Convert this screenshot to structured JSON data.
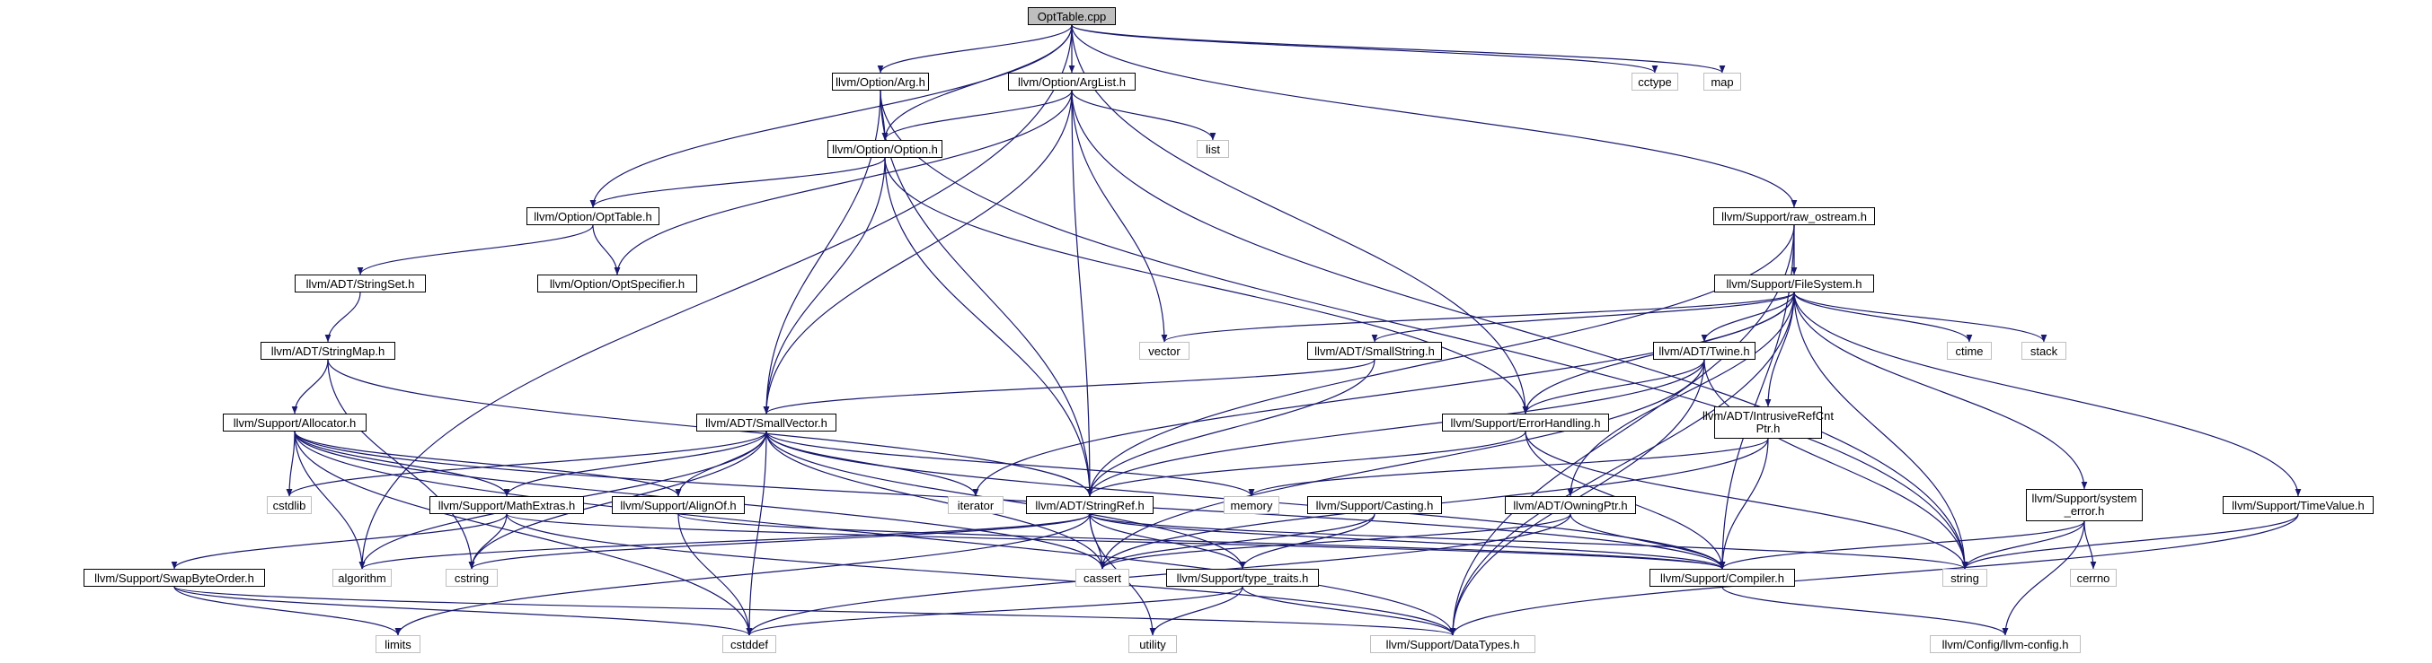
{
  "colors": {
    "edge": "#191970",
    "root_fill": "#bfbfbf",
    "local_border": "#000000",
    "system_border": "#bfbfbf"
  },
  "nodes": {
    "opttable_cpp": "OptTable.cpp",
    "option_arg_h": "llvm/Option/Arg.h",
    "option_arglist_h": "llvm/Option/ArgList.h",
    "cctype": "cctype",
    "map": "map",
    "option_option_h": "llvm/Option/Option.h",
    "list": "list",
    "option_opttable_h": "llvm/Option/OptTable.h",
    "option_optspecifier_h": "llvm/Option/OptSpecifier.h",
    "support_raw_ostream_h": "llvm/Support/raw_ostream.h",
    "adt_stringset_h": "llvm/ADT/StringSet.h",
    "support_filesystem_h": "llvm/Support/FileSystem.h",
    "adt_stringmap_h": "llvm/ADT/StringMap.h",
    "vector": "vector",
    "adt_smallstring_h": "llvm/ADT/SmallString.h",
    "adt_twine_h": "llvm/ADT/Twine.h",
    "ctime": "ctime",
    "stack": "stack",
    "support_allocator_h": "llvm/Support/Allocator.h",
    "adt_smallvector_h": "llvm/ADT/SmallVector.h",
    "support_errorhandling_h": "llvm/Support/ErrorHandling.h",
    "adt_intrusiverefcntptr_h": "llvm/ADT/IntrusiveRefCnt Ptr.h",
    "cstdlib": "cstdlib",
    "iterator": "iterator",
    "memory": "memory",
    "support_mathextras_h": "llvm/Support/MathExtras.h",
    "support_alignof_h": "llvm/Support/AlignOf.h",
    "adt_stringref_h": "llvm/ADT/StringRef.h",
    "support_casting_h": "llvm/Support/Casting.h",
    "adt_owningptr_h": "llvm/ADT/OwningPtr.h",
    "support_system_error_h": "llvm/Support/system _error.h",
    "support_timevalue_h": "llvm/Support/TimeValue.h",
    "algorithm": "algorithm",
    "cstring": "cstring",
    "cassert": "cassert",
    "support_type_traits_h": "llvm/Support/type_traits.h",
    "support_compiler_h": "llvm/Support/Compiler.h",
    "string": "string",
    "cerrno": "cerrno",
    "support_swapbyteorder_h": "llvm/Support/SwapByteOrder.h",
    "limits": "limits",
    "cstddef": "cstddef",
    "utility": "utility",
    "support_datatypes_h": "llvm/Support/DataTypes.h",
    "config_llvm_config_h": "llvm/Config/llvm-config.h"
  },
  "edges": [
    [
      "opttable_cpp",
      "option_arg_h"
    ],
    [
      "opttable_cpp",
      "option_arglist_h"
    ],
    [
      "opttable_cpp",
      "cctype"
    ],
    [
      "opttable_cpp",
      "map"
    ],
    [
      "opttable_cpp",
      "option_option_h"
    ],
    [
      "opttable_cpp",
      "option_opttable_h"
    ],
    [
      "opttable_cpp",
      "support_errorhandling_h"
    ],
    [
      "opttable_cpp",
      "support_raw_ostream_h"
    ],
    [
      "opttable_cpp",
      "algorithm"
    ],
    [
      "option_arg_h",
      "option_option_h"
    ],
    [
      "option_arg_h",
      "adt_smallvector_h"
    ],
    [
      "option_arg_h",
      "adt_stringref_h"
    ],
    [
      "option_arg_h",
      "string"
    ],
    [
      "option_arglist_h",
      "option_option_h"
    ],
    [
      "option_arglist_h",
      "list"
    ],
    [
      "option_arglist_h",
      "vector"
    ],
    [
      "option_arglist_h",
      "adt_smallvector_h"
    ],
    [
      "option_arglist_h",
      "adt_stringref_h"
    ],
    [
      "option_arglist_h",
      "option_optspecifier_h"
    ],
    [
      "option_arglist_h",
      "string"
    ],
    [
      "option_option_h",
      "option_opttable_h"
    ],
    [
      "option_option_h",
      "adt_smallvector_h"
    ],
    [
      "option_option_h",
      "adt_stringref_h"
    ],
    [
      "option_option_h",
      "support_errorhandling_h"
    ],
    [
      "option_opttable_h",
      "adt_stringset_h"
    ],
    [
      "option_opttable_h",
      "option_optspecifier_h"
    ],
    [
      "adt_stringset_h",
      "adt_stringmap_h"
    ],
    [
      "adt_stringmap_h",
      "support_allocator_h"
    ],
    [
      "adt_stringmap_h",
      "adt_stringref_h"
    ],
    [
      "adt_stringmap_h",
      "cstring"
    ],
    [
      "support_raw_ostream_h",
      "support_filesystem_h"
    ],
    [
      "support_raw_ostream_h",
      "adt_stringref_h"
    ],
    [
      "support_raw_ostream_h",
      "support_compiler_h"
    ],
    [
      "support_raw_ostream_h",
      "support_datatypes_h"
    ],
    [
      "support_filesystem_h",
      "vector"
    ],
    [
      "support_filesystem_h",
      "adt_smallstring_h"
    ],
    [
      "support_filesystem_h",
      "adt_twine_h"
    ],
    [
      "support_filesystem_h",
      "ctime"
    ],
    [
      "support_filesystem_h",
      "stack"
    ],
    [
      "support_filesystem_h",
      "support_errorhandling_h"
    ],
    [
      "support_filesystem_h",
      "adt_intrusiverefcntptr_h"
    ],
    [
      "support_filesystem_h",
      "iterator"
    ],
    [
      "support_filesystem_h",
      "adt_owningptr_h"
    ],
    [
      "support_filesystem_h",
      "support_system_error_h"
    ],
    [
      "support_filesystem_h",
      "support_timevalue_h"
    ],
    [
      "support_filesystem_h",
      "string"
    ],
    [
      "support_filesystem_h",
      "support_datatypes_h"
    ],
    [
      "adt_smallstring_h",
      "adt_smallvector_h"
    ],
    [
      "adt_smallstring_h",
      "adt_stringref_h"
    ],
    [
      "adt_twine_h",
      "support_errorhandling_h"
    ],
    [
      "adt_twine_h",
      "adt_stringref_h"
    ],
    [
      "adt_twine_h",
      "support_datatypes_h"
    ],
    [
      "adt_twine_h",
      "cassert"
    ],
    [
      "adt_twine_h",
      "string"
    ],
    [
      "support_allocator_h",
      "cstdlib"
    ],
    [
      "support_allocator_h",
      "support_mathextras_h"
    ],
    [
      "support_allocator_h",
      "support_alignof_h"
    ],
    [
      "support_allocator_h",
      "algorithm"
    ],
    [
      "support_allocator_h",
      "cassert"
    ],
    [
      "support_allocator_h",
      "cstddef"
    ],
    [
      "support_allocator_h",
      "support_datatypes_h"
    ],
    [
      "support_allocator_h",
      "support_compiler_h"
    ],
    [
      "adt_smallvector_h",
      "iterator"
    ],
    [
      "adt_smallvector_h",
      "memory"
    ],
    [
      "adt_smallvector_h",
      "support_mathextras_h"
    ],
    [
      "adt_smallvector_h",
      "support_alignof_h"
    ],
    [
      "adt_smallvector_h",
      "cstdlib"
    ],
    [
      "adt_smallvector_h",
      "cassert"
    ],
    [
      "adt_smallvector_h",
      "support_type_traits_h"
    ],
    [
      "adt_smallvector_h",
      "support_compiler_h"
    ],
    [
      "adt_smallvector_h",
      "algorithm"
    ],
    [
      "adt_smallvector_h",
      "cstring"
    ],
    [
      "adt_smallvector_h",
      "cstddef"
    ],
    [
      "support_errorhandling_h",
      "support_compiler_h"
    ],
    [
      "support_errorhandling_h",
      "string"
    ],
    [
      "support_errorhandling_h",
      "adt_stringref_h"
    ],
    [
      "adt_intrusiverefcntptr_h",
      "support_compiler_h"
    ],
    [
      "adt_intrusiverefcntptr_h",
      "cassert"
    ],
    [
      "adt_intrusiverefcntptr_h",
      "memory"
    ],
    [
      "support_mathextras_h",
      "support_swapbyteorder_h"
    ],
    [
      "support_mathextras_h",
      "cstring"
    ],
    [
      "support_mathextras_h",
      "support_compiler_h"
    ],
    [
      "support_mathextras_h",
      "support_datatypes_h"
    ],
    [
      "support_alignof_h",
      "cstddef"
    ],
    [
      "support_alignof_h",
      "support_compiler_h"
    ],
    [
      "adt_stringref_h",
      "algorithm"
    ],
    [
      "adt_stringref_h",
      "cassert"
    ],
    [
      "adt_stringref_h",
      "cstring"
    ],
    [
      "adt_stringref_h",
      "limits"
    ],
    [
      "adt_stringref_h",
      "string"
    ],
    [
      "adt_stringref_h",
      "utility"
    ],
    [
      "adt_stringref_h",
      "support_type_traits_h"
    ],
    [
      "adt_stringref_h",
      "support_compiler_h"
    ],
    [
      "support_casting_h",
      "support_type_traits_h"
    ],
    [
      "support_casting_h",
      "cassert"
    ],
    [
      "adt_owningptr_h",
      "support_compiler_h"
    ],
    [
      "adt_owningptr_h",
      "cassert"
    ],
    [
      "adt_owningptr_h",
      "cstddef"
    ],
    [
      "support_system_error_h",
      "support_compiler_h"
    ],
    [
      "support_system_error_h",
      "cerrno"
    ],
    [
      "support_system_error_h",
      "string"
    ],
    [
      "support_system_error_h",
      "config_llvm_config_h"
    ],
    [
      "support_timevalue_h",
      "support_datatypes_h"
    ],
    [
      "support_timevalue_h",
      "string"
    ],
    [
      "support_type_traits_h",
      "utility"
    ],
    [
      "support_type_traits_h",
      "cstddef"
    ],
    [
      "support_type_traits_h",
      "support_datatypes_h"
    ],
    [
      "support_compiler_h",
      "config_llvm_config_h"
    ],
    [
      "support_swapbyteorder_h",
      "support_datatypes_h"
    ],
    [
      "support_swapbyteorder_h",
      "cstddef"
    ],
    [
      "support_swapbyteorder_h",
      "limits"
    ]
  ]
}
